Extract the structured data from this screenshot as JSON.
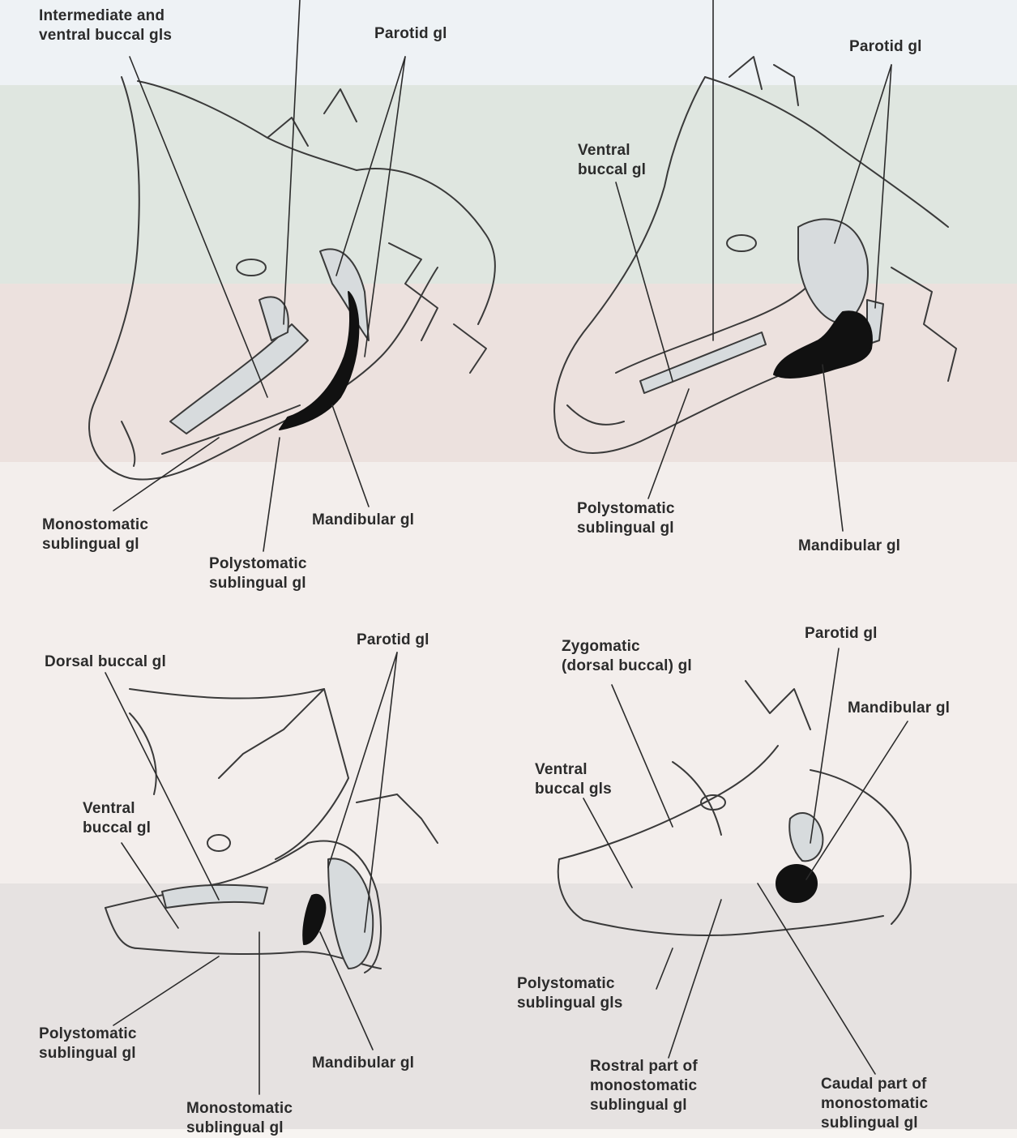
{
  "panels": [
    {
      "id": "top-left",
      "labels": {
        "intermediate_ventral_buccal": [
          "Intermediate and",
          "ventral buccal gls"
        ],
        "parotid": [
          "Parotid gl"
        ],
        "monostomatic_sublingual": [
          "Monostomatic",
          "sublingual gl"
        ],
        "mandibular": [
          "Mandibular gl"
        ],
        "polystomatic_sublingual": [
          "Polystomatic",
          "sublingual gl"
        ]
      }
    },
    {
      "id": "top-right",
      "labels": {
        "parotid": [
          "Parotid gl"
        ],
        "ventral_buccal": [
          "Ventral",
          "buccal gl"
        ],
        "polystomatic_sublingual": [
          "Polystomatic",
          "sublingual gl"
        ],
        "mandibular": [
          "Mandibular gl"
        ]
      }
    },
    {
      "id": "bottom-left",
      "labels": {
        "parotid": [
          "Parotid gl"
        ],
        "dorsal_buccal": [
          "Dorsal buccal gl"
        ],
        "ventral_buccal": [
          "Ventral",
          "buccal gl"
        ],
        "polystomatic_sublingual": [
          "Polystomatic",
          "sublingual gl"
        ],
        "mandibular": [
          "Mandibular gl"
        ],
        "monostomatic_sublingual": [
          "Monostomatic",
          "sublingual gl"
        ]
      }
    },
    {
      "id": "bottom-right",
      "labels": {
        "zygomatic": [
          "Zygomatic",
          "(dorsal buccal) gl"
        ],
        "parotid": [
          "Parotid gl"
        ],
        "mandibular": [
          "Mandibular gl"
        ],
        "ventral_buccal": [
          "Ventral",
          "buccal gls"
        ],
        "polystomatic_sublingual": [
          "Polystomatic",
          "sublingual gls"
        ],
        "rostral_monostomatic": [
          "Rostral part of",
          "monostomatic",
          "sublingual gl"
        ],
        "caudal_monostomatic": [
          "Caudal part of",
          "monostomatic",
          "sublingual gl"
        ]
      }
    }
  ],
  "colors": {
    "ink": "#2b2b2b",
    "gland_fill": "#d7dbdd",
    "mandibular_fill": "#111111"
  }
}
